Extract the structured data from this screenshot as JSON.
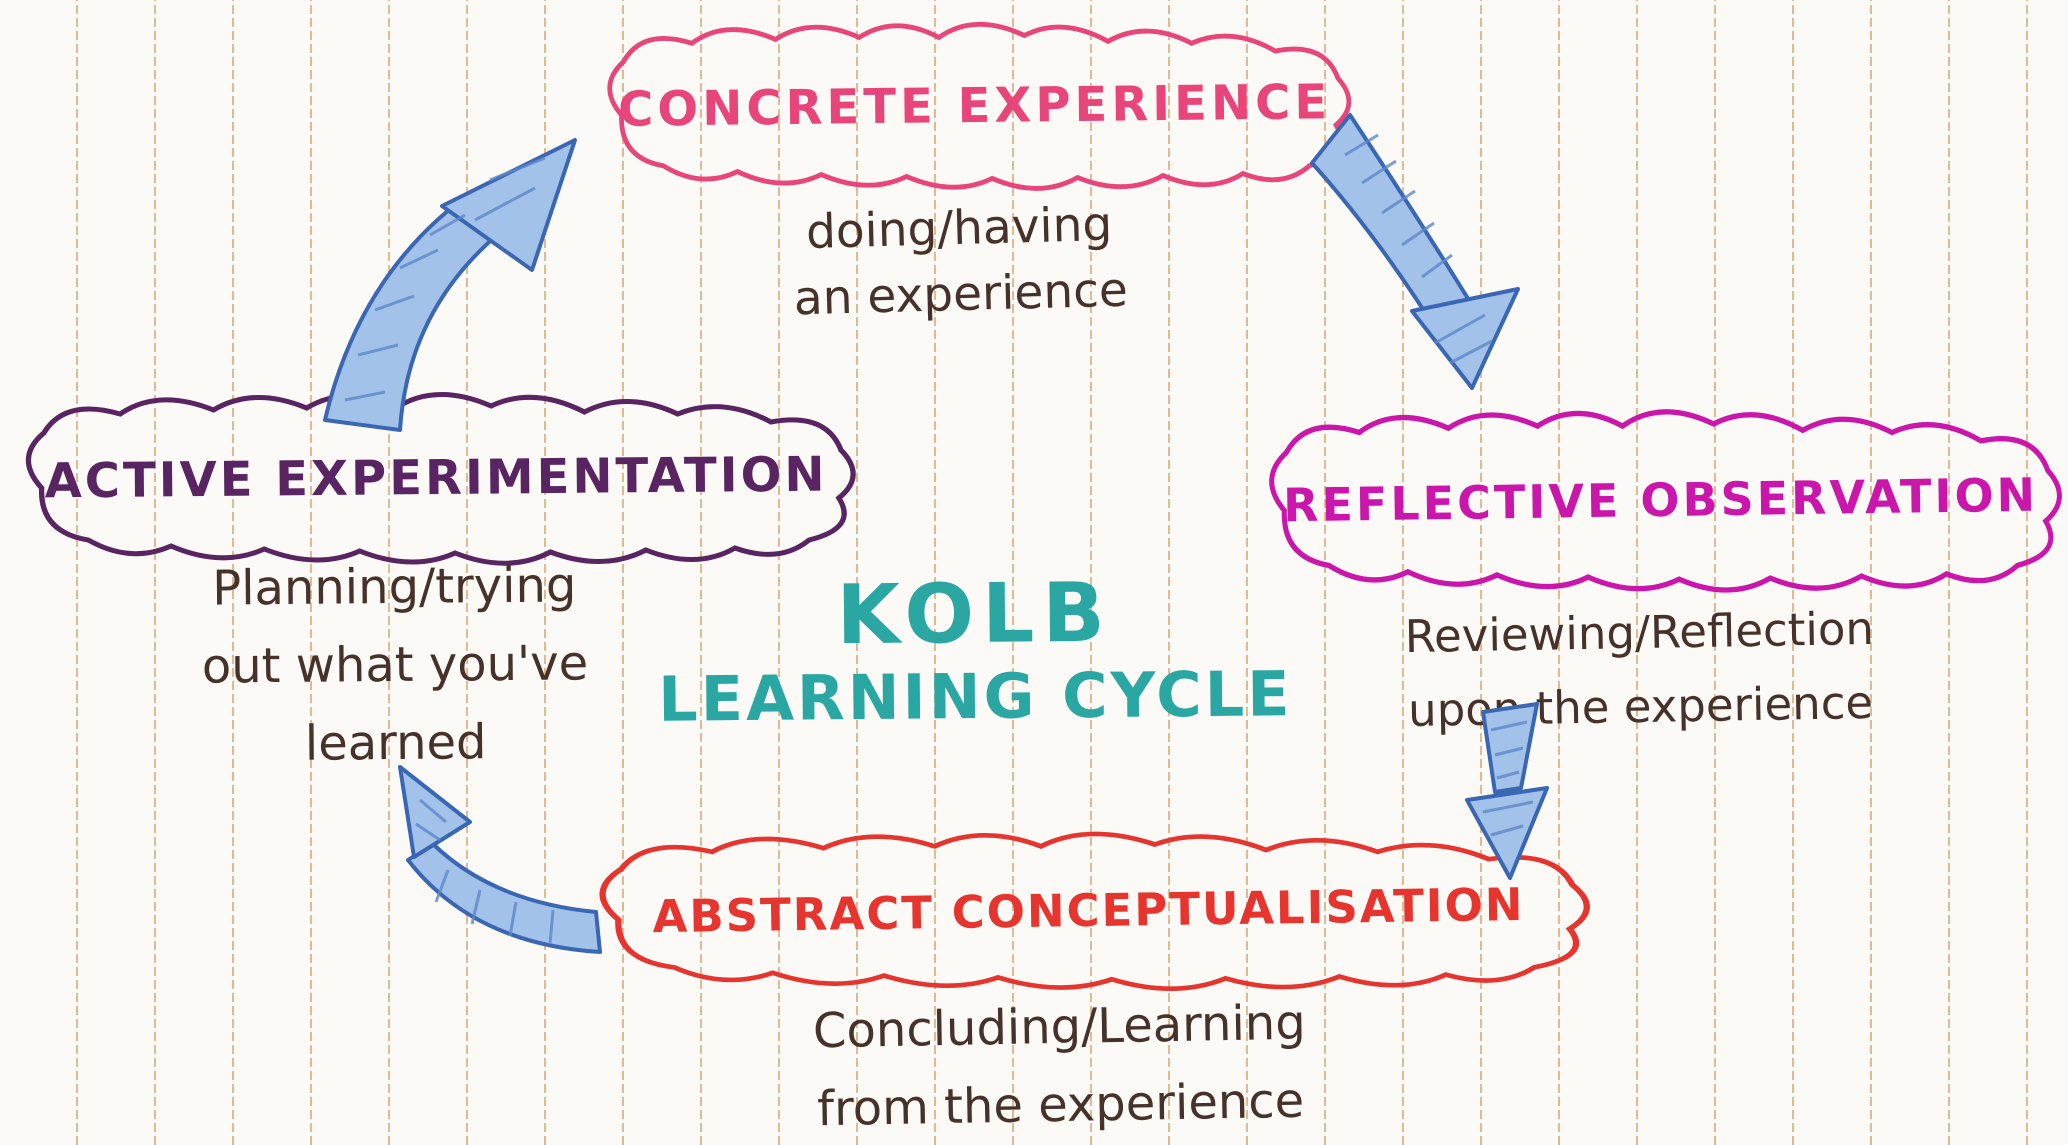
{
  "title": {
    "line1": "KOLB",
    "line2": "LEARNING CYCLE",
    "color": "#2aa7a2"
  },
  "stages": {
    "concrete": {
      "label": "CONCRETE EXPERIENCE",
      "color": "#e8457b",
      "desc_lines": {
        "0": "doing/having",
        "1": "an experience"
      }
    },
    "reflective": {
      "label": "REFLECTIVE OBSERVATION",
      "color": "#cb16ab",
      "desc_lines": {
        "0": "Reviewing/Reflection",
        "1": "upon the experience"
      }
    },
    "abstract": {
      "label": "ABSTRACT CONCEPTUALISATION",
      "color": "#e6342f",
      "desc_lines": {
        "0": "Concluding/Learning",
        "1": "from the experience"
      }
    },
    "active": {
      "label": "ACTIVE EXPERIMENTATION",
      "color": "#582562",
      "desc_lines": {
        "0": "Planning/trying",
        "1": "out what you've",
        "2": "learned"
      }
    }
  },
  "arrows": {
    "active_to_concrete": {
      "from": "ACTIVE EXPERIMENTATION",
      "to": "CONCRETE EXPERIENCE"
    },
    "concrete_to_reflective": {
      "from": "CONCRETE EXPERIENCE",
      "to": "REFLECTIVE OBSERVATION"
    },
    "reflective_to_abstract": {
      "from": "REFLECTIVE OBSERVATION",
      "to": "ABSTRACT CONCEPTUALISATION"
    },
    "abstract_to_active": {
      "from": "ABSTRACT CONCEPTUALISATION",
      "to": "ACTIVE EXPERIMENTATION"
    }
  },
  "ink": {
    "handwriting": "#46322a",
    "arrow_fill": "#a3c2ea",
    "arrow_stroke": "#3a67b3"
  },
  "paper": {
    "background": "#fcfaf6",
    "ruled_line_color": "#ce843e"
  }
}
